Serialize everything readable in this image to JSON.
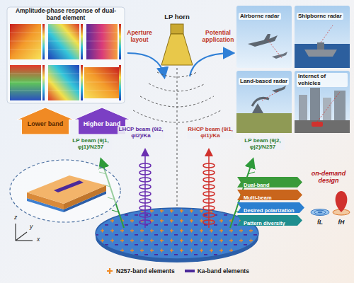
{
  "diagram": {
    "nodes": [
      {
        "text": [
          "Amplitude-phase response of dual-band element"
        ]
      },
      {
        "text": [
          "Lower band"
        ]
      },
      {
        "text": [
          "Higher band"
        ]
      },
      {
        "text": [
          "LP horn"
        ]
      },
      {
        "text": [
          "Airborne radar"
        ]
      },
      {
        "text": [
          "Shipborne radar"
        ]
      },
      {
        "text": [
          "Land-based radar"
        ]
      },
      {
        "text": [
          "Internet of vehicles"
        ]
      },
      {
        "text": [
          "Dual-band"
        ]
      },
      {
        "text": [
          "Multi-beam"
        ]
      },
      {
        "text": [
          "Desired polarization"
        ]
      },
      {
        "text": [
          "Pattern diversity"
        ]
      }
    ],
    "labels": [
      "Aperture layout",
      "Potential application",
      "LHCP beam (θi2, φi2)/Ka",
      "RHCP beam (θi1, φi1)/Ka",
      "LP beam (θj1, φj1)/N257",
      "LP beam (θj2, φj2)/N257",
      "on-demand design",
      "fL",
      "fH",
      "z",
      "x",
      "y"
    ],
    "legend": [
      {
        "text": "N257-band elements"
      },
      {
        "text": "Ka-band elements",
        "color": "#4b2a9a"
      }
    ]
  }
}
